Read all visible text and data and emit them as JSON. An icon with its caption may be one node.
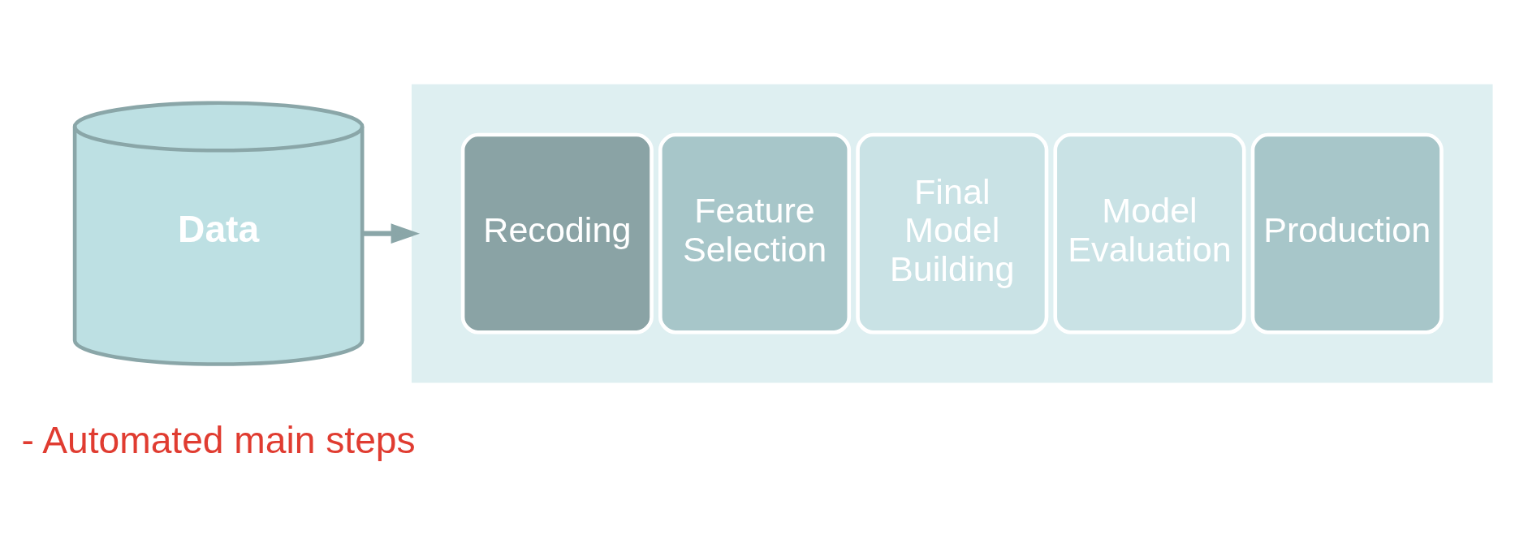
{
  "diagram": {
    "nodes": [
      {
        "text": [
          "Data"
        ]
      },
      {
        "text": [],
        "shape": "arrow"
      },
      {
        "text": [
          "Recoding"
        ],
        "in": 1
      },
      {
        "text": [
          "Feature Selection"
        ],
        "in": 1
      },
      {
        "text": [
          "Final Model Building"
        ],
        "in": 1
      },
      {
        "text": [
          "Model Evaluation"
        ],
        "in": 1
      },
      {
        "text": [
          "Production"
        ],
        "in": 1
      }
    ],
    "edges": [
      {
        "from": 0,
        "to": 1,
        "arrow": "to"
      }
    ],
    "labels": [
      "- Automated main steps"
    ]
  }
}
